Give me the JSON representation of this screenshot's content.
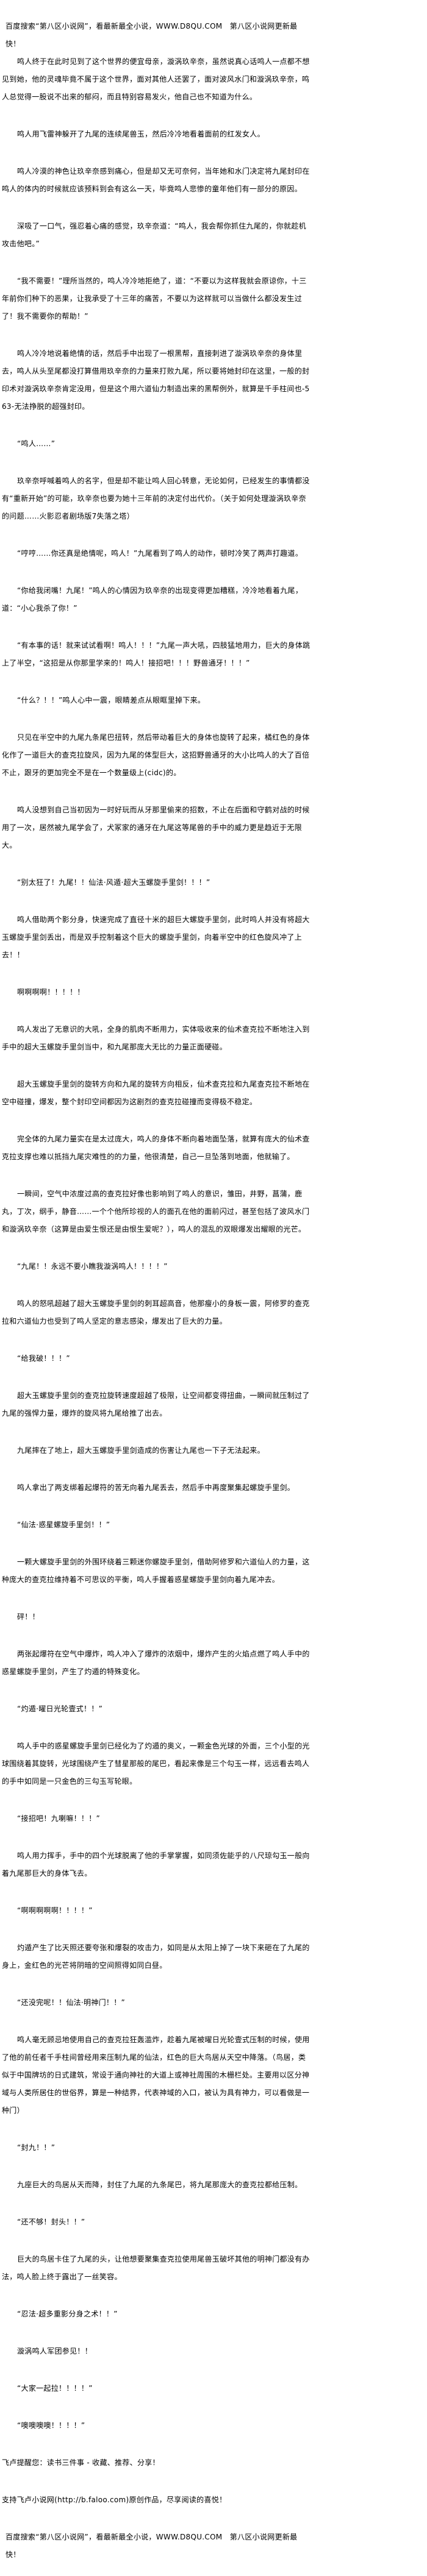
{
  "banner": "百度搜索“第八区小说网”，看最新最全小说，WWW.D8QU.COM　第八区小说网更新最快！",
  "paragraphs": [
    "鸣人终于在此时见到了这个世界的便宜母亲，漩涡玖辛奈，虽然说真心话鸣人一点都不想见到她，他的灵魂毕竟不属于这个世界，面对其他人还罢了，面对波风水门和漩涡玖辛奈，鸣人总觉得一股说不出来的郁闷，而且特别容易发火，他自己也不知道为什么。",
    "鸣人用飞雷神躲开了九尾的连续尾兽玉，然后冷冷地看着面前的红发女人。",
    "鸣人冷漠的神色让玖辛奈感到痛心，但是却又无可奈何，当年她和水门决定将九尾封印在鸣人的体内的时候就应该预料到会有这么一天，毕竟鸣人悲惨的童年他们有一部分的原因。",
    "深吸了一口气，强忍着心痛的感觉，玖辛奈道：“鸣人，我会帮你抓住九尾的，你就趁机攻击他吧。”",
    "“我不需要！”理所当然的，鸣人冷冷地拒绝了，道：“不要以为这样我就会原谅你，十三年前你们种下的恶果，让我承受了十三年的痛苦，不要以为这样就可以当做什么都没发生过了！我不需要你的帮助！”",
    "鸣人冷冷地说着绝情的话，然后手中出现了一根黑帮，直接刺进了漩涡玖辛奈的身体里去，鸣人从头至尾都没打算借用玖辛奈的力量来打败九尾，所以要将她封印在这里，一般的封印术对漩涡玖辛奈肯定没用，但是这个用六道仙力制造出来的黑帮例外，就算是千手柱间也-563-无法挣脱的超强封印。",
    "“鸣人……”",
    "玖辛奈呼喊着鸣人的名字，但是却不能让鸣人回心转意，无论如何，已经发生的事情都没有“重新开始”的可能，玖辛奈也要为她十三年前的决定付出代价。（关于如何处理漩涡玖辛奈的问题……火影忍者剧场版7失落之塔）",
    "“哼哼……你还真是绝情呢，鸣人！”九尾看到了鸣人的动作，顿时冷笑了两声打趣道。",
    "“你给我闭嘴！九尾！”鸣人的心情因为玖辛奈的出现变得更加糟糕，冷冷地看着九尾，道：“小心我杀了你！”",
    "“有本事的话！就来试试看啊！鸣人！！！”九尾一声大吼，四肢猛地用力，巨大的身体跳上了半空，“这招是从你那里学来的！鸣人！接招吧！！！野兽通牙！！！”",
    "“什么？！！”鸣人心中一震，眼睛差点从眼眶里掉下来。",
    "只见在半空中的九尾九条尾巴扭转，然后带动着巨大的身体也旋转了起来，橘红色的身体化作了一道巨大的查克拉旋风，因为九尾的体型巨大，这招野兽通牙的大小比鸣人的大了百倍不止，跟牙的更加完全不是在一个数量级上(cidc)的。",
    "鸣人没想到自己当初因为一时好玩而从牙那里偷来的招数，不止在后面和守鹤对战的时候用了一次，居然被九尾学会了，犬冢家的通牙在九尾这等尾兽的手中的威力更是趋近于无限大。",
    "“别太狂了！九尾！！仙法·风遁·超大玉螺旋手里剑！！！”",
    "鸣人借助两个影分身，快速完成了直径十米的超巨大螺旋手里剑，此时鸣人并没有将超大玉螺旋手里剑丢出，而是双手控制着这个巨大的螺旋手里剑，向着半空中的红色旋风冲了上去！！",
    "啊啊啊啊！！！！！",
    "鸣人发出了无意识的大吼，全身的肌肉不断用力，实体吸收来的仙术查克拉不断地注入到手中的超大玉螺旋手里剑当中，和九尾那庞大无比的力量正面硬碰。",
    "超大玉螺旋手里剑的旋转方向和九尾的旋转方向相反，仙术查克拉和九尾查克拉不断地在空中碰撞，爆发，整个封印空间都因为这剧烈的查克拉碰撞而变得极不稳定。",
    "完全体的九尾力量实在是太过庞大，鸣人的身体不断向着地面坠落，就算有庞大的仙术查克拉支撑也难以抵挡九尾灾难性的的力量，他很清楚，自己一旦坠落到地面，他就输了。",
    "一瞬间，空气中浓度过高的查克拉好像也影响到了鸣人的意识，雏田，井野，菖蒲，鹿丸，丁次，纲手，静音……一个个他所珍视的人的面孔在他的面前闪过，甚至包括了波风水门和漩涡玖辛奈（这算是由爱生恨还是由恨生爱呢？），鸣人的混乱的双眼爆发出耀眼的光芒。",
    "“九尾！！永远不要小瞧我漩涡鸣人！！！！”",
    "鸣人的怒吼超越了超大玉螺旋手里剑的刺耳超高音，他那瘦小的身板一震，阿修罗的查克拉和六道仙力也受到了鸣人坚定的意志感染，爆发出了巨大的力量。",
    "“给我破！！！”",
    "超大玉螺旋手里剑的查克拉旋转速度超越了极限，让空间都变得扭曲，一瞬间就压制过了九尾的强悍力量，爆炸的旋风将九尾给推了出去。",
    "九尾摔在了地上，超大玉螺旋手里剑造成的伤害让九尾也一下子无法起来。",
    "鸣人拿出了两支绑着起爆符的苦无向着九尾丢去，然后手中再度聚集起螺旋手里剑。",
    "“仙法·惑星螺旋手里剑！！”",
    "一颗大螺旋手里剑的外围环绕着三颗迷你螺旋手里剑，借助阿修罗和六道仙人的力量，这种庞大的查克拉维持着不可思议的平衡，鸣人手握着惑星螺旋手里剑向着九尾冲去。",
    "砰！！",
    "两张起爆符在空气中爆炸，鸣人冲入了爆炸的浓烟中，爆炸产生的火焰点燃了鸣人手中的惑星螺旋手里剑，产生了灼遁的特殊变化。",
    "“灼遁·曜日光轮壹式！！”",
    "鸣人手中的惑星螺旋手里剑已经化为了灼遁的奥义，一颗金色光球的外面，三个小型的光球围绕着其旋转，光球围绕产生了彗星那般的尾巴，看起来像是三个勾玉一样，远远看去鸣人的手中如同是一只金色的三勾玉写轮眼。",
    "“接招吧！九喇嘛！！！”",
    "鸣人用力挥手，手中的四个光球脱离了他的手掌掌握，如同须佐能乎的八尺琼勾玉一般向着九尾那巨大的身体飞去。",
    "“啊啊啊啊啊！！！！”",
    "灼遁产生了比天照还要夸张和爆裂的攻击力，如同是从太阳上掉了一块下来砸在了九尾的身上，金红色的光芒将阴暗的空间照得如同白昼。",
    "“还没完呢！！仙法·明神门！！”",
    "鸣人毫无顾忌地使用自己的查克拉狂轰滥炸，趁着九尾被曜日光轮壹式压制的时候，使用了他的前任者千手柱间曾经用来压制九尾的仙法，红色的巨大鸟居从天空中降落。（鸟居，类似于中国牌坊的日式建筑，常设于通向神社的大道上或神社周围的木栅栏处。主要用以区分神域与人类所居住的世俗界，算是一种结界，代表神域的入口，被认为具有神力，可以看做是一种门）",
    "“封九！！”",
    "九座巨大的鸟居从天而降，封住了九尾的九条尾巴，将九尾那庞大的查克拉都给压制。",
    "“还不够！封头！！”",
    "巨大的鸟居卡住了九尾的头，让他想要聚集查克拉使用尾兽玉破坏其他的明神门都没有办法，鸣人脸上终于露出了一丝笑容。",
    "“忍法·超多重影分身之术！！”",
    "漩涡鸣人军团参见！！",
    "“大家一起拉！！！！”",
    "“噢噢噢噢！！！！”"
  ],
  "footer": {
    "reminder": "飞卢提醒您：读书三件事 - 收藏、推荐、分享！",
    "support": "支持飞卢小说网(http://b.faloo.com)原创作品，尽享阅读的喜悦！"
  }
}
